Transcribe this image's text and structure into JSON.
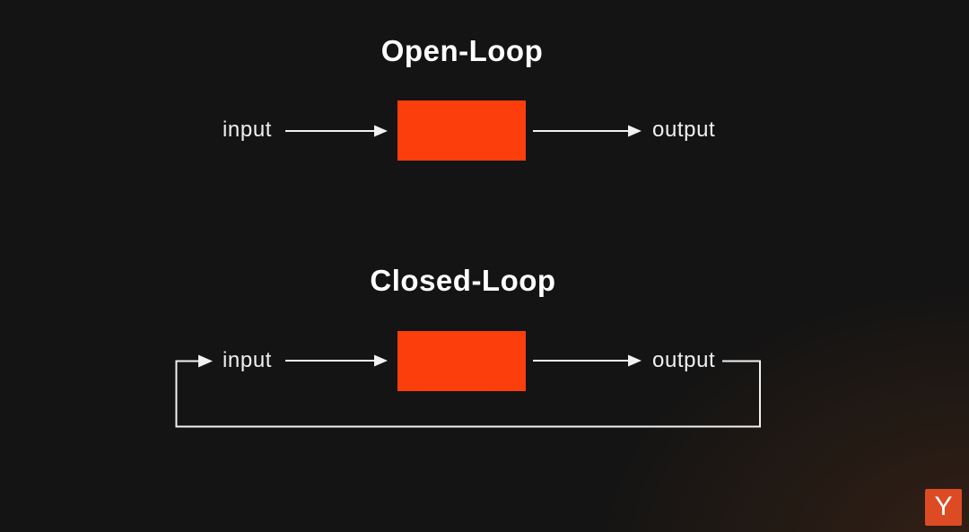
{
  "slide": {
    "background_color": "#141414",
    "arrow_color": "#f2f2f2",
    "block_color": "#fb3e0c"
  },
  "open_loop": {
    "title": "Open-Loop",
    "input_label": "input",
    "output_label": "output"
  },
  "closed_loop": {
    "title": "Closed-Loop",
    "input_label": "input",
    "output_label": "output"
  },
  "watermark": {
    "letter": "Y",
    "background_color": "#dd4b25"
  }
}
